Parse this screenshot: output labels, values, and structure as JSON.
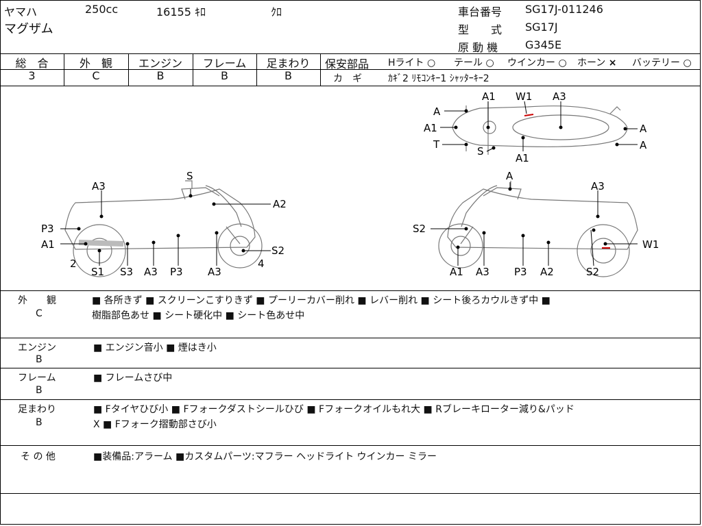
{
  "header": {
    "maker": "ヤマハ",
    "cc": "250cc",
    "mileage": "16155 ｷﾛ",
    "color": "ｸﾛ",
    "model_name": "マグザム",
    "frame_no_label": "車台番号",
    "frame_no": "SG17J-011246",
    "type_label": "型　　式",
    "type": "SG17J",
    "engine_label": "原 動 機",
    "engine": "G345E"
  },
  "grades": [
    {
      "label": "総　合",
      "value": "3"
    },
    {
      "label": "外　観",
      "value": "C"
    },
    {
      "label": "エンジン",
      "value": "B"
    },
    {
      "label": "フレーム",
      "value": "B"
    },
    {
      "label": "足まわり",
      "value": "B"
    }
  ],
  "safety": {
    "label": "保安部品",
    "items": [
      {
        "name": "Hライト",
        "mark": "○"
      },
      {
        "name": "テール",
        "mark": "○"
      },
      {
        "name": "ウインカー",
        "mark": "○"
      },
      {
        "name": "ホーン",
        "mark": "×"
      },
      {
        "name": "バッテリー",
        "mark": "○"
      }
    ]
  },
  "keys": {
    "label": "カ　ギ",
    "value": "ｶｷﾞ2 ﾘﾓｺﾝｷｰ1 ｼｬｯﾀｰｷｰ2"
  },
  "diagram_labels": {
    "top": [
      "A1",
      "W1",
      "A3",
      "A",
      "A1",
      "T",
      "S",
      "A1",
      "A",
      "A"
    ],
    "left": [
      "A3",
      "S",
      "A2",
      "P3",
      "A1",
      "2",
      "S1",
      "S3",
      "A3",
      "P3",
      "A3",
      "S2",
      "4"
    ],
    "right": [
      "A",
      "A3",
      "S2",
      "W1",
      "A1",
      "A3",
      "P3",
      "A2",
      "S2"
    ]
  },
  "notes": [
    {
      "label": "外　　観",
      "grade": "C",
      "line1": "■ 各所きず ■ スクリーンこすりきず ■ プーリーカバー削れ ■ レバー削れ ■ シート後ろカウルきず中 ■",
      "line2": "樹脂部色あせ ■ シート硬化中 ■ シート色あせ中"
    },
    {
      "label": "エンジン",
      "grade": "B",
      "line1": "■ エンジン音小 ■ 煙はき小",
      "line2": ""
    },
    {
      "label": "フレーム",
      "grade": "B",
      "line1": "■ フレームさび中",
      "line2": ""
    },
    {
      "label": "足まわり",
      "grade": "B",
      "line1": "■ Fタイヤひび小 ■ Fフォークダストシールひび ■ Fフォークオイルもれ大 ■ Rブレーキローター減り&パッド",
      "line2": "X ■ Fフォーク摺動部さび小"
    },
    {
      "label": "そ の 他",
      "grade": "",
      "line1": "■装備品:アラーム ■カスタムパーツ:マフラー ヘッドライト ウインカー ミラー",
      "line2": ""
    }
  ],
  "colors": {
    "line": "#000000",
    "sketch": "#777777",
    "damage_mark": "#cc0000"
  }
}
